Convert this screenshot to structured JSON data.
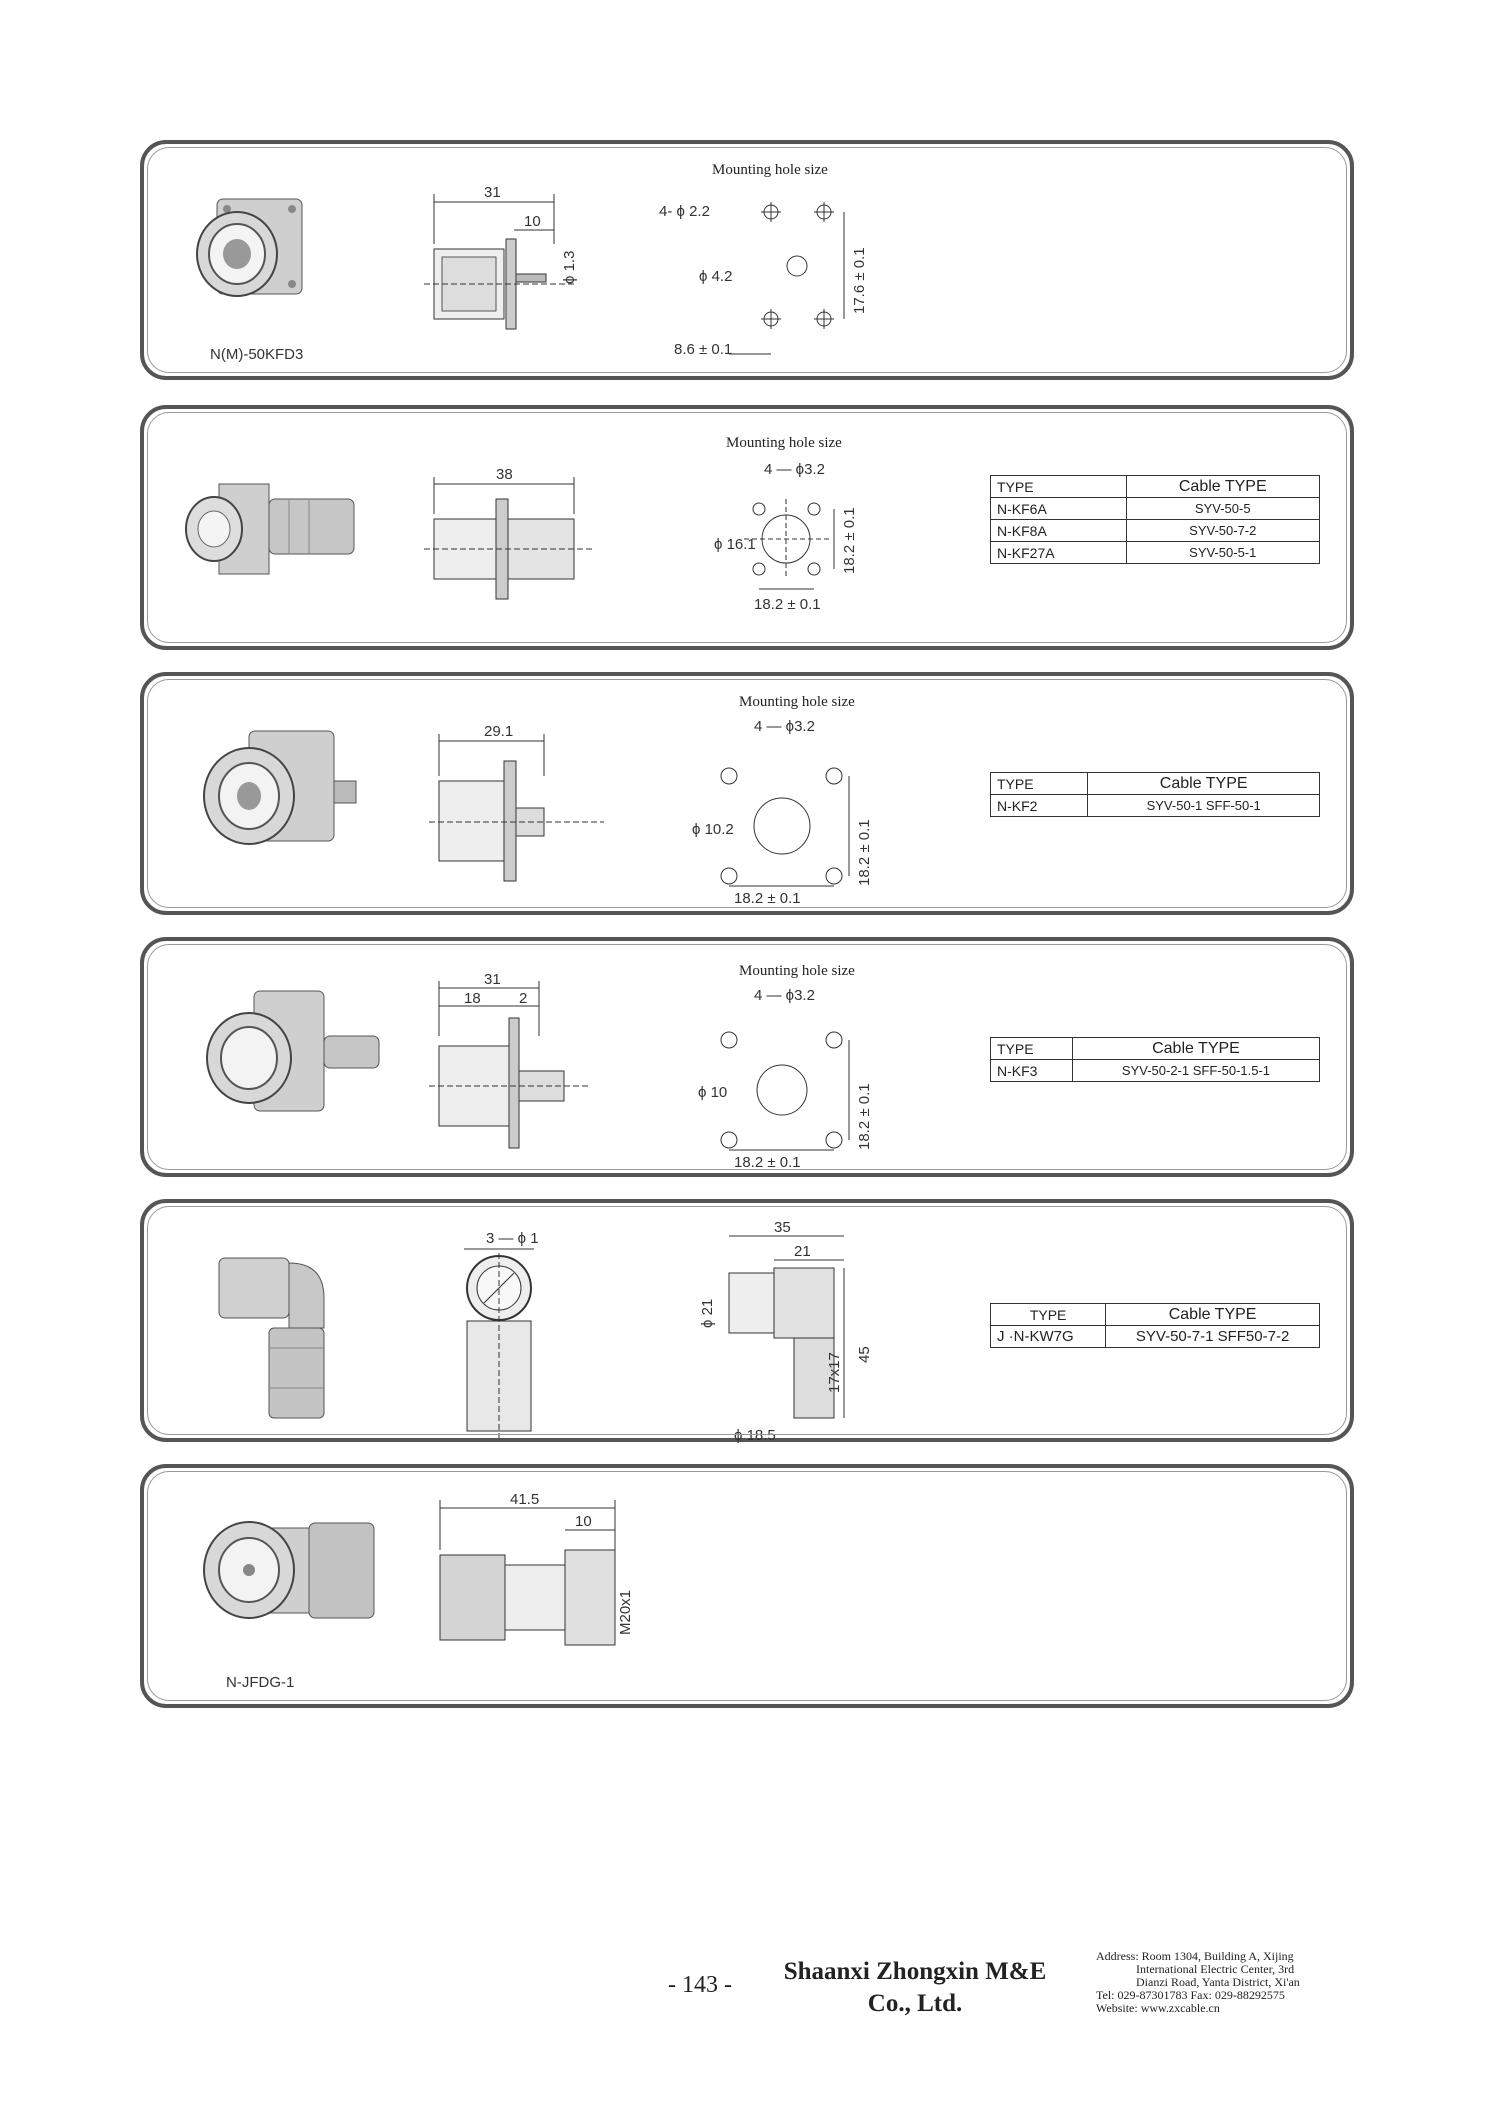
{
  "panels": [
    {
      "name": "N(M)-50KFD3",
      "mounting_label": "Mounting hole size",
      "dims": {
        "length": "31",
        "a": "10",
        "b": "ϕ 1.3",
        "holes": "4-   ϕ 2.2",
        "center": "ϕ 4.2",
        "vert": "17.6 ± 0.1",
        "horiz": "8.6 ± 0.1"
      }
    },
    {
      "mounting_label": "Mounting hole size",
      "dims": {
        "length": "38",
        "holes": "4  —  ϕ3.2",
        "center": "ϕ 16.1",
        "vert": "18.2 ± 0.1",
        "horiz": "18.2 ± 0.1"
      },
      "table": {
        "header": [
          "TYPE",
          "Cable TYPE"
        ],
        "rows": [
          [
            "N-KF6A",
            "SYV-50-5"
          ],
          [
            "N-KF8A",
            "SYV-50-7-2"
          ],
          [
            "N-KF27A",
            "SYV-50-5-1"
          ]
        ]
      }
    },
    {
      "mounting_label": "Mounting hole size",
      "dims": {
        "length": "29.1",
        "holes": "4  —  ϕ3.2",
        "center": "ϕ 10.2",
        "vert": "18.2 ± 0.1",
        "horiz": "18.2 ± 0.1"
      },
      "table": {
        "header": [
          "TYPE",
          "Cable TYPE"
        ],
        "rows": [
          [
            "N-KF2",
            "SYV-50-1   SFF-50-1"
          ]
        ]
      }
    },
    {
      "mounting_label": "Mounting hole size",
      "dims": {
        "length": "31",
        "a": "18",
        "b": "2",
        "holes": "4  —  ϕ3.2",
        "center": "ϕ 10",
        "vert": "18.2 ± 0.1",
        "horiz": "18.2 ± 0.1"
      },
      "table": {
        "header": [
          "TYPE",
          "Cable TYPE"
        ],
        "rows": [
          [
            "N-KF3",
            "SYV-50-2-1   SFF-50-1.5-1"
          ]
        ]
      }
    },
    {
      "dims": {
        "holes": "3  —  ϕ 1",
        "w": "35",
        "w2": "21",
        "d": "ϕ 21",
        "h1": "17x17",
        "h2": "45",
        "d2": "ϕ 18.5"
      },
      "table": {
        "header": [
          "TYPE",
          "Cable TYPE"
        ],
        "rows": [
          [
            "J  ·N-KW7G",
            "SYV-50-7-1   SFF50-7-2"
          ]
        ]
      }
    },
    {
      "name": "N-JFDG-1",
      "dims": {
        "length": "41.5",
        "a": "10",
        "thread": "M20x1"
      }
    }
  ],
  "footer": {
    "page": "- 143 -",
    "company_line1": "Shaanxi Zhongxin M&E",
    "company_line2": "Co., Ltd.",
    "address": [
      "Address: Room 1304, Building A, Xijing",
      "International Electric Center, 3rd",
      "Dianzi Road, Yanta District, Xi'an",
      "Tel: 029-87301783    Fax: 029-88292575",
      "Website: www.zxcable.cn"
    ]
  }
}
